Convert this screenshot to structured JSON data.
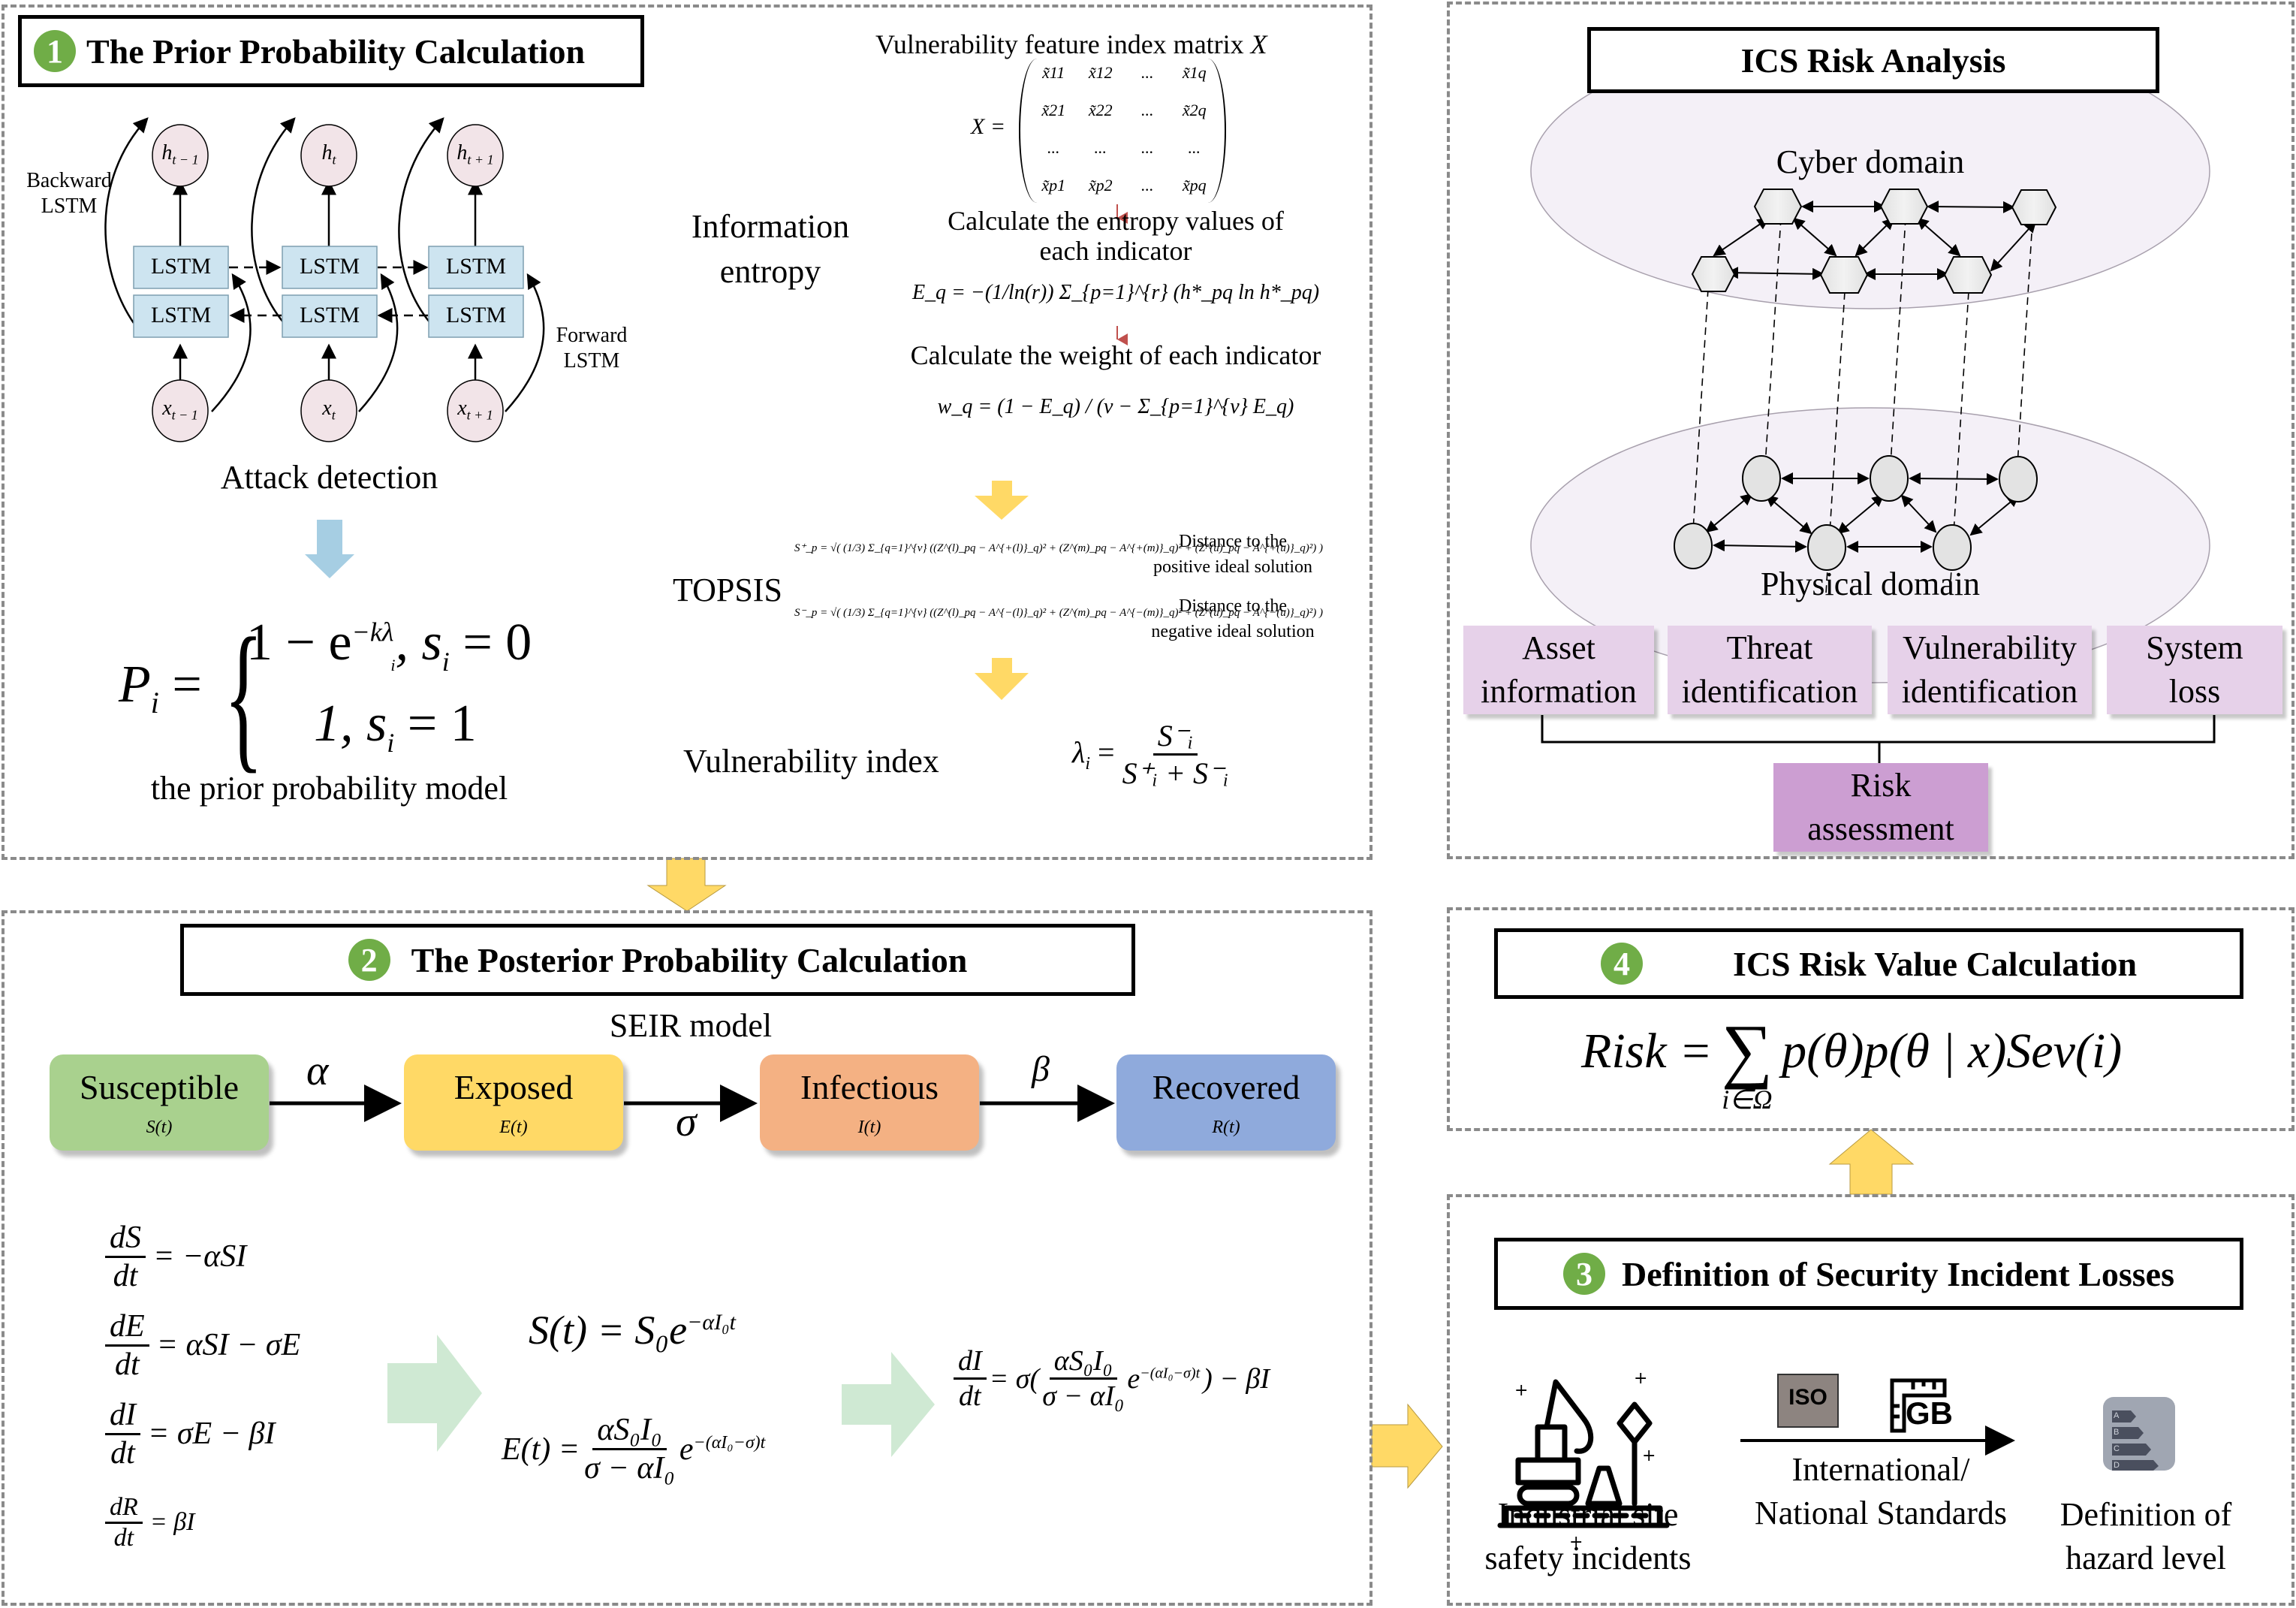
{
  "section1": {
    "badge": "1",
    "title": "The Prior Probability Calculation",
    "attack_detection": {
      "label": "Attack detection",
      "backward_label": "Backward\nLSTM",
      "backward_line1": "Backward",
      "backward_line2": "LSTM",
      "forward_line1": "Forward",
      "forward_line2": "LSTM",
      "cell_label": "LSTM",
      "outputs": [
        "h_{t-1}",
        "h_t",
        "h_{t+1}"
      ],
      "output_names": [
        "h",
        "h",
        "h"
      ],
      "output_subs": [
        "t − 1",
        "t",
        "t + 1"
      ],
      "input_names": [
        "x",
        "x",
        "x"
      ],
      "input_subs": [
        "t − 1",
        "t",
        "t + 1"
      ]
    },
    "prior_model": {
      "lhs": "P",
      "lhs_sub": "i",
      "case1": "1 − e",
      "case1_exp": "−kλ",
      "case1_exp_sub": "i",
      "case1_cond": ", s",
      "case1_cond_sub": "i",
      "case1_cond_val": " = 0",
      "case2": "1, s",
      "case2_sub": "i",
      "case2_val": " = 1",
      "caption": "the prior probability model"
    },
    "entropy": {
      "label_line1": "Information",
      "label_line2": "entropy",
      "matrix_title": "Vulnerability feature index matrix",
      "matrix_var": "X",
      "matrix_lhs": "X =",
      "matrix_rows": [
        [
          "x̃11",
          "x̃12",
          "...",
          "x̃1q"
        ],
        [
          "x̃21",
          "x̃22",
          "...",
          "x̃2q"
        ],
        [
          "...",
          "...",
          "...",
          "..."
        ],
        [
          "x̃p1",
          "x̃p2",
          "...",
          "x̃pq"
        ]
      ],
      "step1_line1": "Calculate the entropy values of",
      "step1_line2": "each indicator",
      "step1_formula": "E_q = −(1/ln(r)) Σ_{p=1}^{r} (h*_pq ln h*_pq)",
      "step2": "Calculate the weight of each indicator",
      "step2_formula": "w_q = (1 − E_q) / (v − Σ_{p=1}^{v} E_q)"
    },
    "topsis": {
      "label": "TOPSIS",
      "pos_formula": "S⁺_p = √( (1/3) Σ_{q=1}^{v} ((Z^(l)_pq − A^{+(l)}_q)² + (Z^(m)_pq − A^{+(m)}_q)² + (Z^(u)_pq − A^{+(u)}_q)²) )",
      "neg_formula": "S⁻_p = √( (1/3) Σ_{q=1}^{v} ((Z^(l)_pq − A^{−(l)}_q)² + (Z^(m)_pq − A^{−(m)}_q)² + (Z^(u)_pq − A^{−(u)}_q)²) )",
      "pos_desc_line1": "Distance to the",
      "pos_desc_line2": "positive ideal solution",
      "neg_desc_line1": "Distance to the",
      "neg_desc_line2": "negative ideal solution"
    },
    "vulnerability_index": {
      "label": "Vulnerability index",
      "lhs": "λ",
      "lhs_sub": "i",
      "numerator": "S⁻ᵢ",
      "denominator": "S⁺ᵢ + S⁻ᵢ"
    }
  },
  "section2": {
    "badge": "2",
    "title": "The Posterior Probability Calculation",
    "seir_title": "SEIR model",
    "states": [
      {
        "label": "Susceptible",
        "sub": "S(t)",
        "color": "#a9d18e"
      },
      {
        "label": "Exposed",
        "sub": "E(t)",
        "color": "#ffd966"
      },
      {
        "label": "Infectious",
        "sub": "I(t)",
        "color": "#f4b183"
      },
      {
        "label": "Recovered",
        "sub": "R(t)",
        "color": "#8faadc"
      }
    ],
    "rates": [
      "α",
      "σ",
      "β"
    ],
    "odes": [
      {
        "num": "dS",
        "den": "dt",
        "rhs": "= −αSI"
      },
      {
        "num": "dE",
        "den": "dt",
        "rhs": "= αSI − σE"
      },
      {
        "num": "dI",
        "den": "dt",
        "rhs": "= σE − βI"
      },
      {
        "num": "dR",
        "den": "dt",
        "rhs": "= βI"
      }
    ],
    "solutions": {
      "s_lhs": "S(t) = S₀e",
      "s_exp": "−αI₀t",
      "e_lhs": "E(t) =",
      "e_num": "αS₀I₀",
      "e_den": "σ − αI₀",
      "e_exp": "−(αI₀−σ)t"
    },
    "di_dt": {
      "num": "dI",
      "den": "dt",
      "mid": "= σ(",
      "frac_num": "αS₀I₀",
      "frac_den": "σ − αI₀",
      "exp_base": "e",
      "exp": "−(αI₀−σ)t",
      "tail": ") − βI"
    }
  },
  "ics_analysis": {
    "title": "ICS Risk Analysis",
    "cyber_label": "Cyber domain",
    "physical_label": "Physical domain",
    "factors": [
      "Asset\ninformation",
      "Threat\nidentification",
      "Vulnerability\nidentification",
      "System\nloss"
    ],
    "factor_line1": [
      "Asset",
      "Threat",
      "Vulnerability",
      "System"
    ],
    "factor_line2": [
      "information",
      "identification",
      "identification",
      "loss"
    ],
    "assessment_line1": "Risk",
    "assessment_line2": "assessment"
  },
  "section4": {
    "badge": "4",
    "title": "ICS Risk Value Calculation",
    "formula_lhs": "Risk =",
    "formula_sigma": "∑",
    "formula_sigma_sub": "i∈Ω",
    "formula_rhs": "p(θ)p(θ | x)Sev(i)"
  },
  "section3": {
    "badge": "3",
    "title": "Definition of Security Incident Losses",
    "incident_line1": "Industrial site",
    "incident_line2": "safety incidents",
    "iso_label": "ISO",
    "gb_label": "GB",
    "standards_line1": "International/",
    "standards_line2": "National Standards",
    "hazard_line1": "Definition of",
    "hazard_line2": "hazard level",
    "hazard_levels": [
      "A",
      "B",
      "C",
      "D"
    ]
  },
  "colors": {
    "badge_green": "#70ad47",
    "arrow_yellow": "#ffd966",
    "arrow_blue": "#a6cee3",
    "lstm_fill": "#cde4f0",
    "node_pink": "#f2e4e8",
    "frame_gray": "#8a8a8a"
  }
}
